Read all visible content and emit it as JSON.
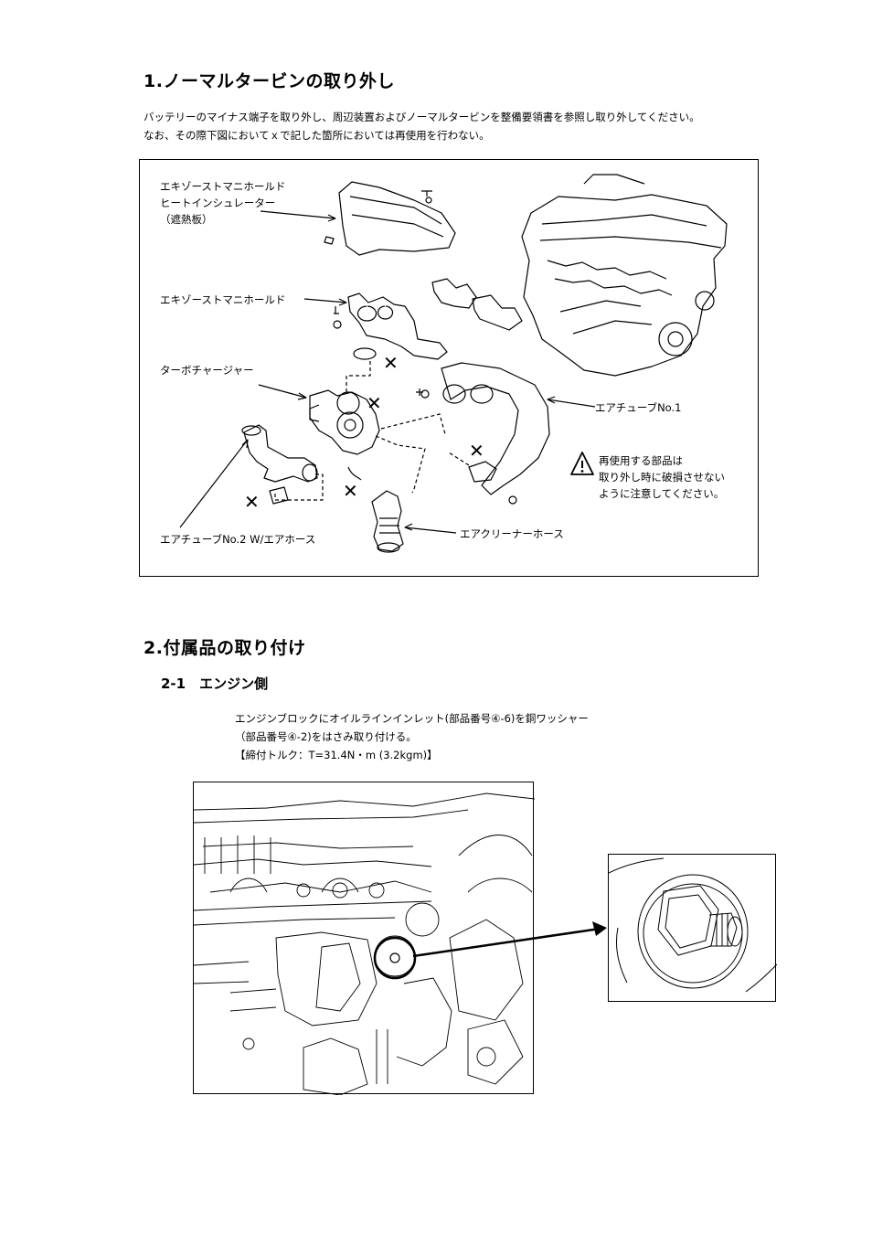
{
  "section1": {
    "title": "1.ノーマルタービンの取り外し",
    "intro_lines": [
      "バッテリーのマイナス端子を取り外し、周辺装置およびノーマルタービンを整備要領書を参照し取り外してください。",
      "なお、その際下図においてｘで記した箇所においては再使用を行わない。"
    ],
    "figure": {
      "labels": {
        "heat_insulator": [
          "エキゾーストマニホールド",
          "ヒートインシュレーター",
          "（遮熱板）"
        ],
        "exhaust_manifold": "エキゾーストマニホールド",
        "turbocharger": "ターボチャージャー",
        "air_tube_no1": "エアチューブNo.1",
        "air_tube_no2": "エアチューブNo.2 W/エアホース",
        "air_cleaner_hose": "エアクリーナーホース"
      },
      "warning": {
        "lines": [
          "再使用する部品は",
          "取り外し時に破損させない",
          "ように注意してください。"
        ]
      },
      "cross_mark": "✕"
    }
  },
  "section2": {
    "title": "2.付属品の取り付け",
    "sub": {
      "title": "2-1　エンジン側",
      "lines": [
        "エンジンブロックにオイルラインインレット(部品番号④-6)を銅ワッシャー",
        "（部品番号④-2)をはさみ取り付ける。",
        "【締付トルク：T=31.4N・m (3.2kgm)】"
      ]
    }
  }
}
